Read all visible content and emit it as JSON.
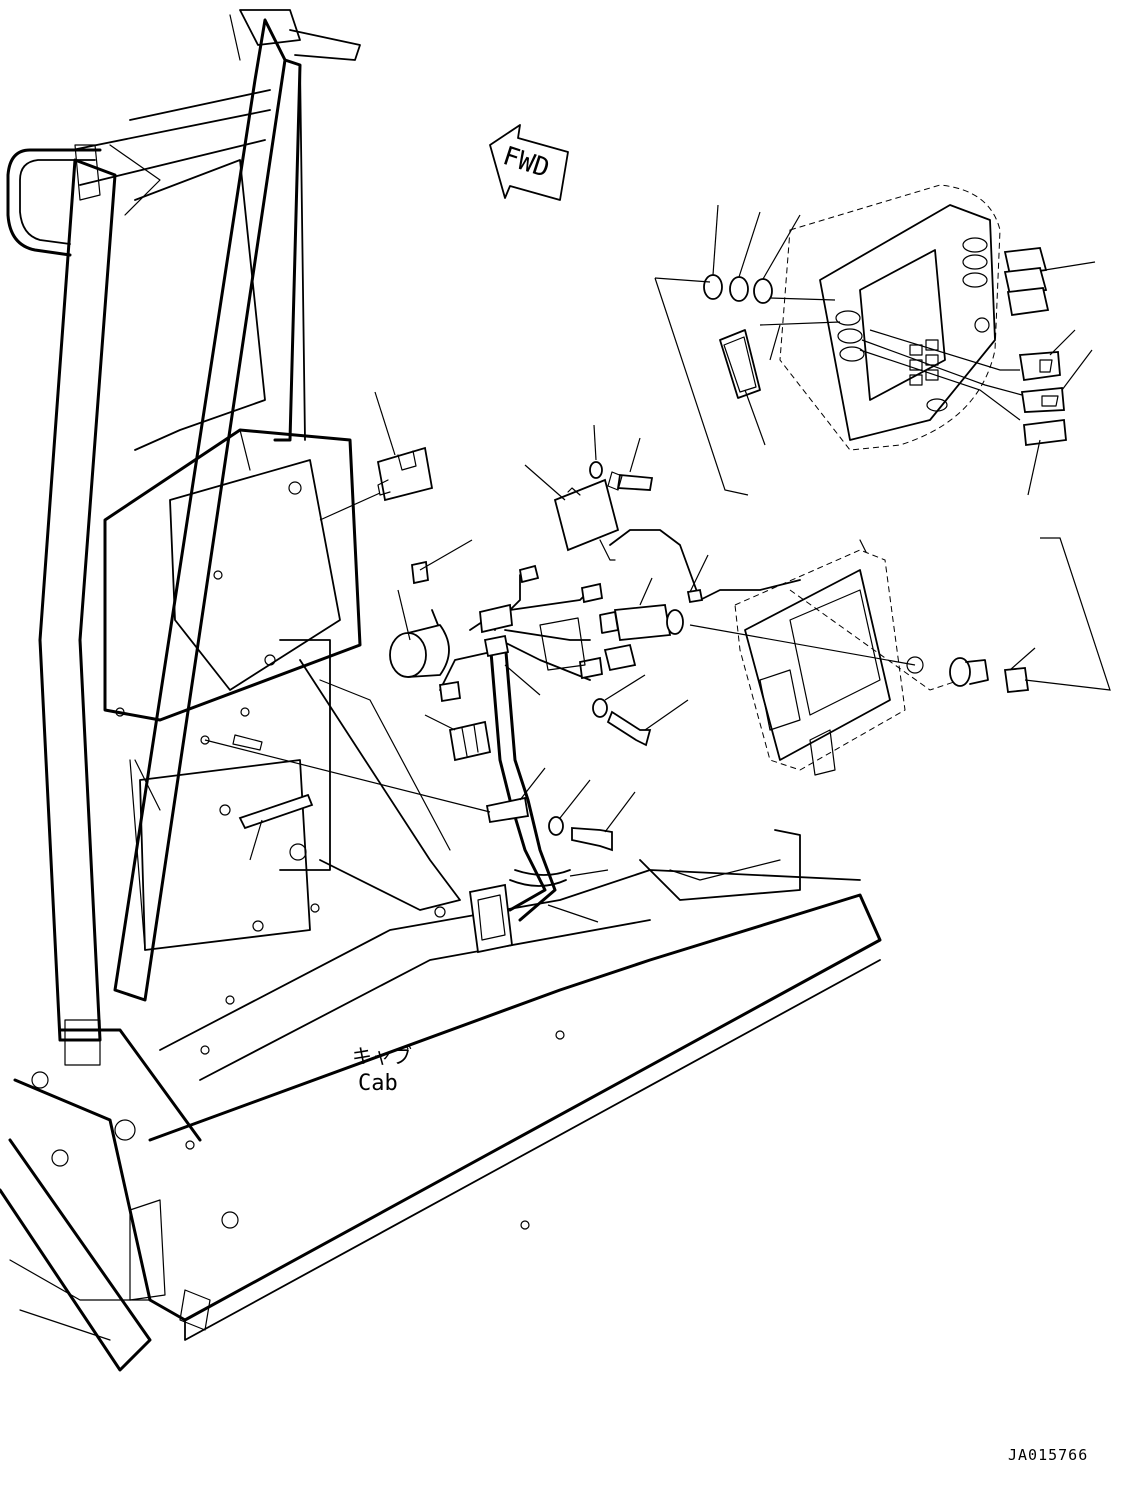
{
  "direction": {
    "label": "FWD",
    "icon": "fwd-arrow-icon"
  },
  "cab_label": {
    "jp": "キャブ",
    "en": "Cab"
  },
  "drawing_id": "JA015766"
}
